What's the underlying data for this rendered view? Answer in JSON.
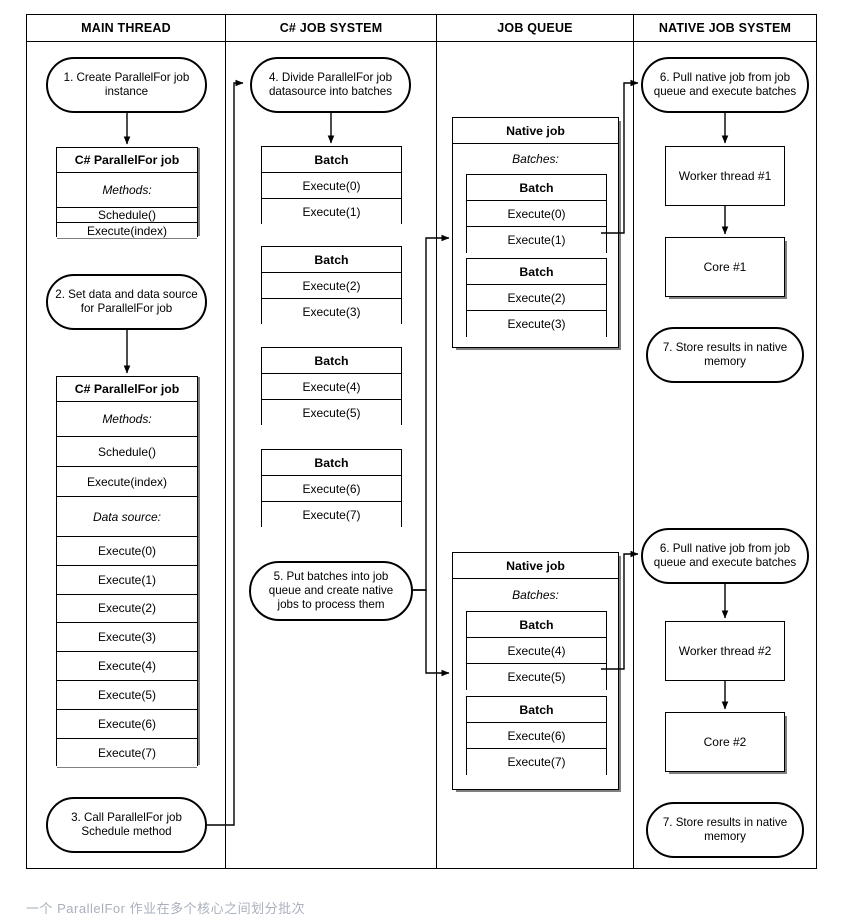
{
  "lanes": [
    {
      "id": "main-thread",
      "title": "MAIN THREAD"
    },
    {
      "id": "csharp-job-system",
      "title": "C# JOB SYSTEM"
    },
    {
      "id": "job-queue",
      "title": "JOB QUEUE"
    },
    {
      "id": "native-job-system",
      "title": "NATIVE JOB SYSTEM"
    }
  ],
  "main_thread": {
    "step1": "1. Create ParallelFor job instance",
    "step2": "2. Set data and data source for ParallelFor job",
    "step3": "3. Call ParallelFor job Schedule method",
    "job_box_1": {
      "title": "C# ParallelFor job",
      "methods_label": "Methods:",
      "methods": [
        "Schedule()",
        "Execute(index)"
      ]
    },
    "job_box_2": {
      "title": "C# ParallelFor job",
      "methods_label": "Methods:",
      "methods": [
        "Schedule()",
        "Execute(index)"
      ],
      "data_source_label": "Data source:",
      "data_source": [
        "Execute(0)",
        "Execute(1)",
        "Execute(2)",
        "Execute(3)",
        "Execute(4)",
        "Execute(5)",
        "Execute(6)",
        "Execute(7)"
      ]
    }
  },
  "csharp_job_system": {
    "step4": "4. Divide ParallelFor job datasource into batches",
    "step5": "5. Put batches into job queue and create native jobs to process them",
    "batches": [
      {
        "title": "Batch",
        "items": [
          "Execute(0)",
          "Execute(1)"
        ]
      },
      {
        "title": "Batch",
        "items": [
          "Execute(2)",
          "Execute(3)"
        ]
      },
      {
        "title": "Batch",
        "items": [
          "Execute(4)",
          "Execute(5)"
        ]
      },
      {
        "title": "Batch",
        "items": [
          "Execute(6)",
          "Execute(7)"
        ]
      }
    ]
  },
  "job_queue": {
    "native_jobs": [
      {
        "title": "Native job",
        "batches_label": "Batches:",
        "batches": [
          {
            "title": "Batch",
            "items": [
              "Execute(0)",
              "Execute(1)"
            ]
          },
          {
            "title": "Batch",
            "items": [
              "Execute(2)",
              "Execute(3)"
            ]
          }
        ]
      },
      {
        "title": "Native job",
        "batches_label": "Batches:",
        "batches": [
          {
            "title": "Batch",
            "items": [
              "Execute(4)",
              "Execute(5)"
            ]
          },
          {
            "title": "Batch",
            "items": [
              "Execute(6)",
              "Execute(7)"
            ]
          }
        ]
      }
    ]
  },
  "native_job_system": {
    "pipelines": [
      {
        "step6": "6. Pull native job from job queue and execute batches",
        "worker": "Worker thread #1",
        "core": "Core #1",
        "step7": "7. Store results in native memory"
      },
      {
        "step6": "6. Pull native job from job queue and execute batches",
        "worker": "Worker thread #2",
        "core": "Core #2",
        "step7": "7. Store results in native memory"
      }
    ]
  },
  "caption": "一个 ParallelFor 作业在多个核心之间划分批次",
  "colors": {
    "stroke": "#000000",
    "shadow": "#808080",
    "caption": "#a9b0bd",
    "background": "#ffffff"
  }
}
